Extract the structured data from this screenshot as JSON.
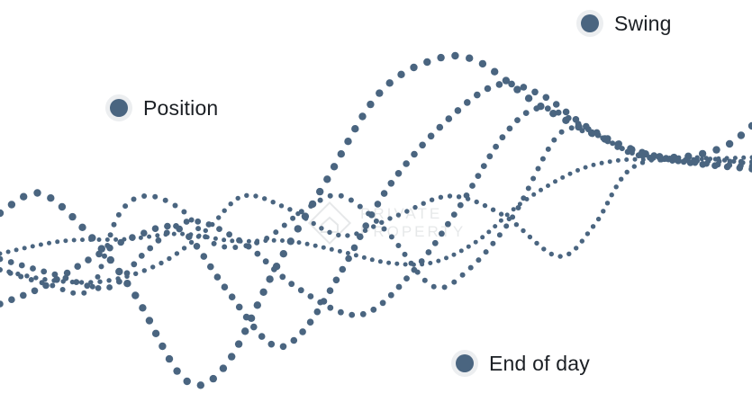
{
  "colors": {
    "dot": "#4a6580",
    "background": "#ffffff"
  },
  "labels": {
    "swing": "Swing",
    "position": "Position",
    "end_of_day": "End of day"
  },
  "watermark": {
    "line1": "PRIVATE",
    "line2": "PROPERTY",
    "icon": "diamond-house-icon"
  }
}
